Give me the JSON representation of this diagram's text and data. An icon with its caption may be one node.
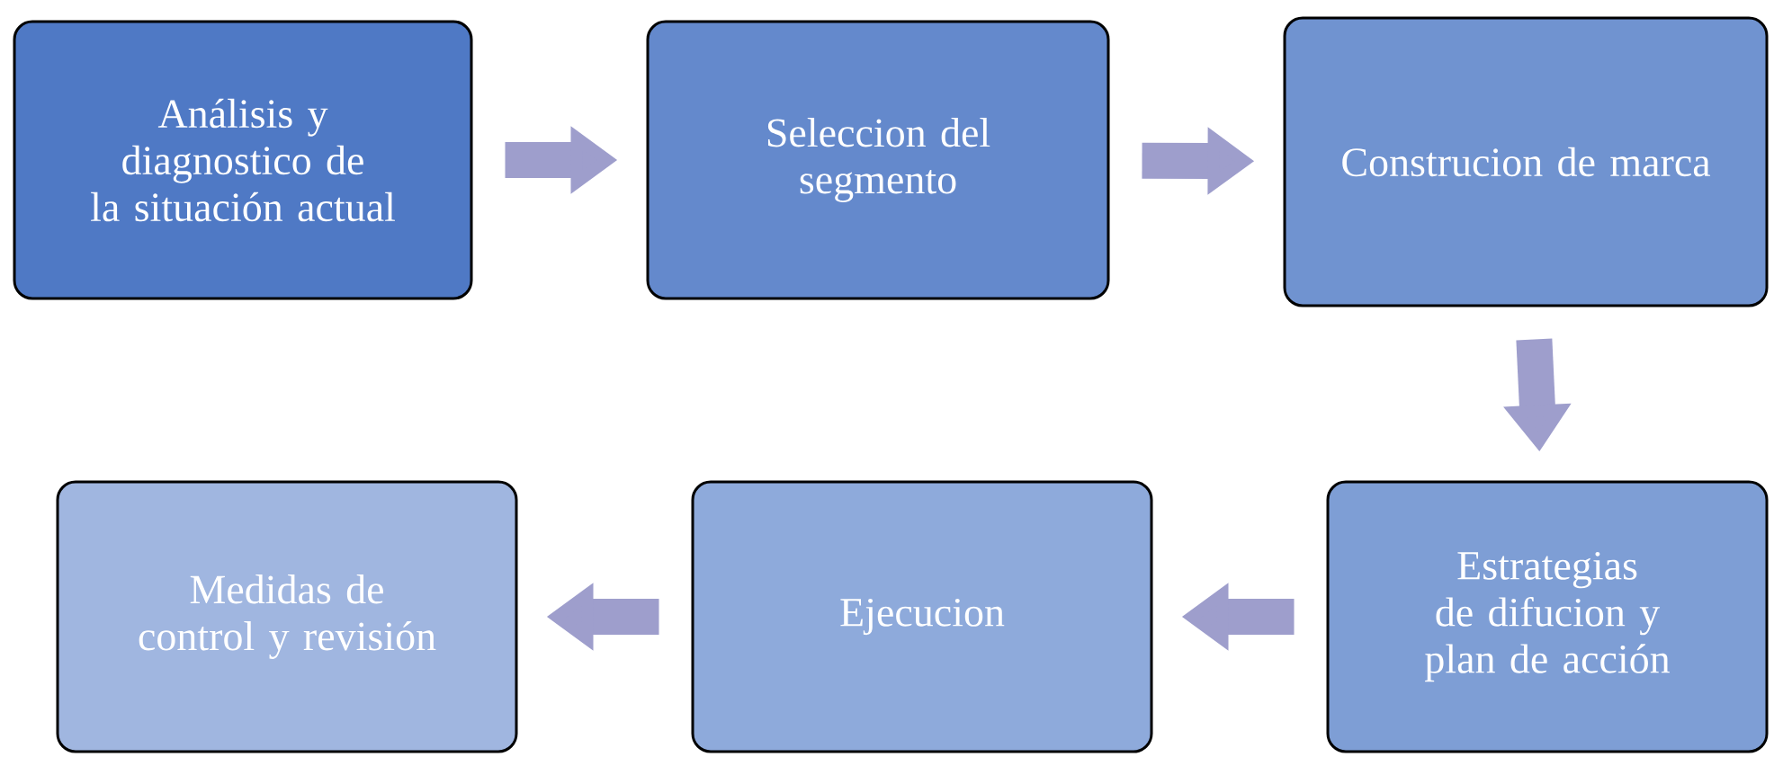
{
  "diagram": {
    "nodes": [
      {
        "text": [
          "Análisis y diagnostico de la situación actual"
        ]
      },
      {
        "text": [
          "Seleccion del segmento"
        ]
      },
      {
        "text": [
          "Construcion de marca"
        ]
      },
      {
        "text": [
          "Estrategias de difucion y plan de acción"
        ]
      },
      {
        "text": [
          "Ejecucion"
        ]
      },
      {
        "text": [
          "Medidas de control y revisión"
        ]
      }
    ],
    "edges": [
      {
        "from": 0,
        "to": 1,
        "arrow": "to"
      },
      {
        "from": 1,
        "to": 2,
        "arrow": "to"
      },
      {
        "from": 2,
        "to": 3,
        "arrow": "to"
      },
      {
        "from": 3,
        "to": 4,
        "arrow": "to"
      },
      {
        "from": 4,
        "to": 5,
        "arrow": "to"
      }
    ]
  }
}
